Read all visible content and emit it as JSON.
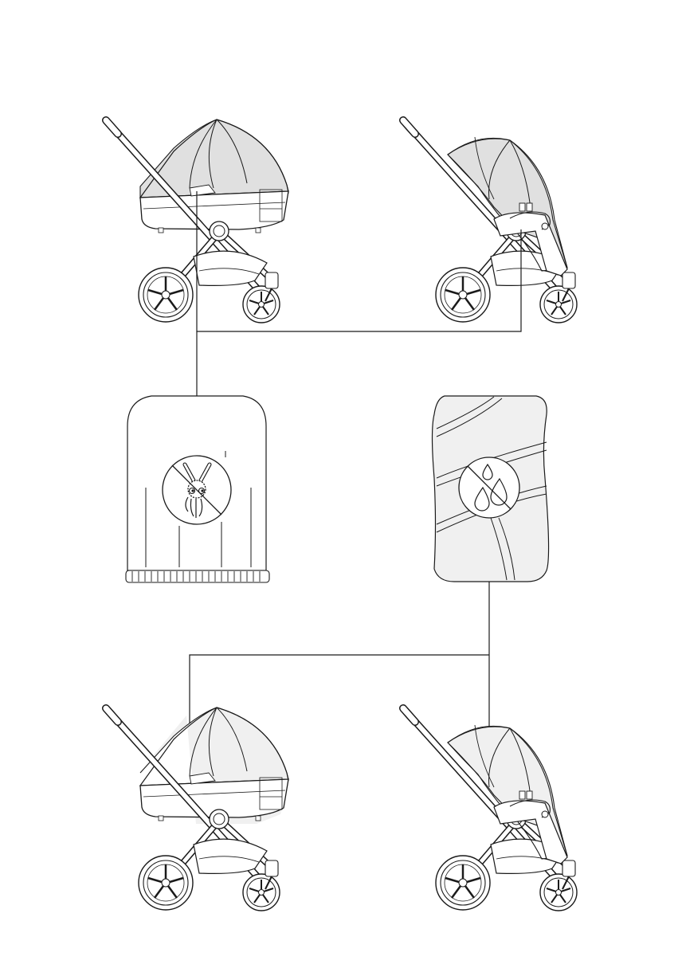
{
  "page": {
    "background": "#ffffff"
  },
  "colors": {
    "line": "#1a1a1a",
    "net_fill": "#e0e0e0",
    "rain_fill": "#f0f0f0"
  },
  "figures": [
    {
      "id": "pram-carrycot-mosquito-net",
      "icon": "stroller-carrycot-icon",
      "cover": "mosquito-net"
    },
    {
      "id": "pram-seat-mosquito-net",
      "icon": "stroller-seat-icon",
      "cover": "mosquito-net"
    },
    {
      "id": "pram-carrycot-rain-cover",
      "icon": "stroller-carrycot-icon",
      "cover": "rain-cover"
    },
    {
      "id": "pram-seat-rain-cover",
      "icon": "stroller-seat-icon",
      "cover": "rain-cover"
    }
  ],
  "accessories": [
    {
      "id": "mosquito-net",
      "icon": "no-insects-icon"
    },
    {
      "id": "rain-cover",
      "icon": "no-rain-icon"
    }
  ]
}
